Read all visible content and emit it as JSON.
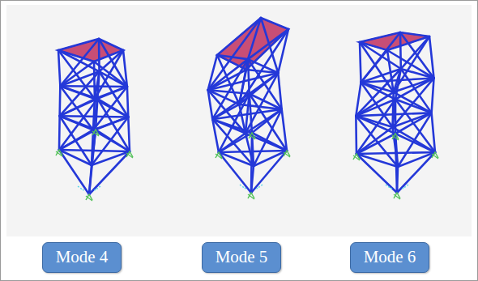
{
  "diagram": {
    "nodes": [
      {
        "text": [
          "Mode 4"
        ]
      },
      {
        "text": [
          "Mode 5"
        ]
      },
      {
        "text": [
          "Mode 6"
        ]
      }
    ]
  }
}
